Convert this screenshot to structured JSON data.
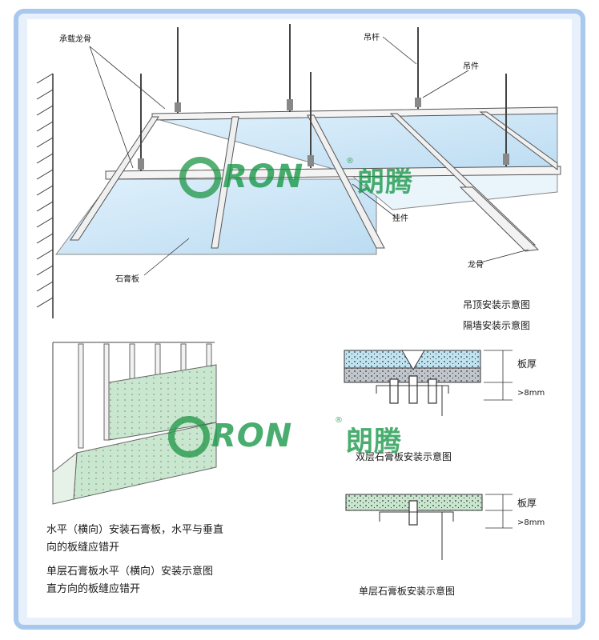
{
  "colors": {
    "frame_border": "#a9c8ee",
    "frame_fill": "#e8f0fb",
    "panel_fill": "#ffffff",
    "board_blue": "#cfe6f6",
    "board_green": "#c9e7cf",
    "logo_green": "#1e9646"
  },
  "watermark": {
    "brand": "RON",
    "registered": "®",
    "chinese": "朗腾"
  },
  "ceiling": {
    "label_main_keel": "承载龙骨",
    "label_rod": "吊杆",
    "label_hanger": "吊件",
    "label_clip": "挂件",
    "label_keel": "龙骨",
    "label_board": "石膏板",
    "caption_ceiling": "吊顶安装示意图",
    "caption_partition": "隔墙安装示意图"
  },
  "double_layer": {
    "label_thickness": "板厚",
    "label_gap": ">8mm",
    "caption": "双层石膏板安装示意图"
  },
  "single_layer": {
    "label_thickness": "板厚",
    "label_gap": ">8mm",
    "caption": "单层石膏板安装示意图"
  },
  "partition_text": {
    "line1": "水平（横向）安装石膏板，水平与垂直",
    "line2": "向的板缝应错开",
    "line3": "单层石膏板水平（横向）安装示意图",
    "line4": "直方向的板缝应错开"
  }
}
